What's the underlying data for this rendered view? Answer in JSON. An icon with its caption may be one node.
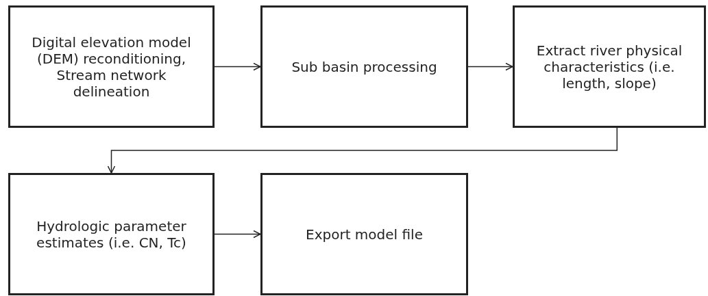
{
  "diagram": {
    "nodes": [
      {
        "text": [
          "Digital elevation model (DEM) reconditioning, Stream network delineation"
        ]
      },
      {
        "text": [
          "Sub basin processing"
        ]
      },
      {
        "text": [
          "Extract river physical characteristics (i.e. length, slope)"
        ]
      },
      {
        "text": [
          "Hydrologic parameter estimates (i.e. CN, Tc)"
        ]
      },
      {
        "text": [
          "Export model file"
        ]
      }
    ],
    "edges": [
      {
        "from": 0,
        "to": 1,
        "arrow": "to"
      },
      {
        "from": 1,
        "to": 2,
        "arrow": "to"
      },
      {
        "from": 2,
        "to": 3,
        "arrow": "to"
      },
      {
        "from": 3,
        "to": 4,
        "arrow": "to"
      }
    ]
  }
}
